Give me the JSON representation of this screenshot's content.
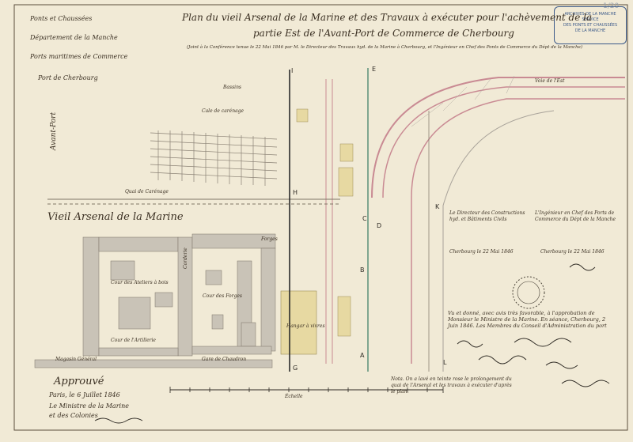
{
  "header": {
    "service_lines": [
      "Ponts et Chaussées",
      "Département de la Manche",
      "Ports maritimes de Commerce",
      "Port de Cherbourg"
    ],
    "title_line1": "Plan du vieil Arsenal de la Marine et des Travaux à exécuter pour l'achèvement de la",
    "title_line2": "partie Est de l'Avant-Port de Commerce de Cherbourg",
    "subtitle": "(Joint à la Conférence tenue le 22 Mai 1846 par M. le Directeur des Travaux hyd. de la Marine à Cherbourg, et l'Ingénieur en Chef des Ponts de Commerce du Dépt de la Manche)",
    "page_number": "1/20"
  },
  "stamp": {
    "lines": [
      "ARCHIVES DE LA MANCHE",
      "SERVICE",
      "DES PONTS ET CHAUSSÉES",
      "DE LA MANCHE"
    ]
  },
  "map": {
    "avant_port_label": "Avant-Port",
    "arsenal_label": "Vieil Arsenal de la Marine",
    "quai_label": "Quai de Carénage",
    "cours": [
      "Cour des Ateliers à bois",
      "Cour des Forges"
    ],
    "buildings": [
      "Cale de carénage",
      "Gare de Chaudron",
      "Cour de l'Artillerie",
      "Hangar à vivres",
      "Bassins",
      "Forges",
      "Corderie",
      "Magasin Général",
      "Voie de l'Est"
    ],
    "letters": [
      "A",
      "B",
      "C",
      "D",
      "E",
      "G",
      "H",
      "I",
      "K",
      "L"
    ],
    "scale_note": "Échelle"
  },
  "signatures": {
    "left_block": "Le Directeur des Constructions hyd. et Bâtiments Civils",
    "right_block": "L'Ingénieur en Chef des Ports de Commerce du Dépt de la Manche",
    "left_date": "Cherbourg le 22 Mai 1846",
    "right_date": "Cherbourg le 22 Mai 1846",
    "approval": "Vu et donné, avec avis très favorable, à l'approbation de Monsieur le Ministre de la Marine. En séance, Cherbourg, 2 Juin 1846. Les Membres du Conseil d'Administration du port",
    "approuve": "Approuvé",
    "approuve_details": [
      "Paris, le 6 Juillet 1846",
      "Le Ministre de la Marine",
      "et des Colonies"
    ],
    "note": "Nota. On a lavé en teinte rose le prolongement du quai de l'Arsenal et les travaux à exécuter d'après le plan."
  },
  "colors": {
    "paper": "#f1ead6",
    "ink": "#3a2f22",
    "pink": "#c98a93",
    "grey": "#a9a39a",
    "green": "#4f8a73"
  }
}
